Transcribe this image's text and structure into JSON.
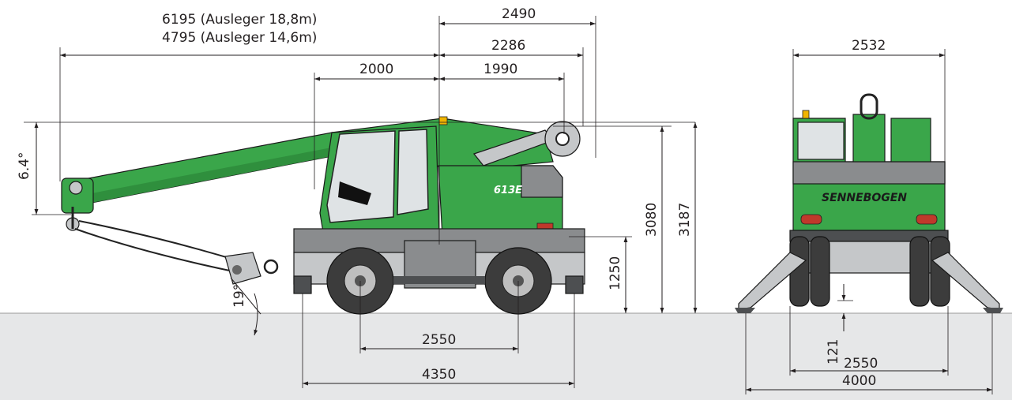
{
  "side_view": {
    "reach_long": "6195 (Ausleger 18,8m)",
    "reach_short": "4795 (Ausleger  14,6m)",
    "dim_2490": "2490",
    "dim_2286": "2286",
    "dim_2000": "2000",
    "dim_1990": "1990",
    "angle_top": "6.4°",
    "angle_bottom": "19°",
    "height_3080": "3080",
    "height_3187": "3187",
    "height_1250": "1250",
    "wheelbase": "2550",
    "outrigger_length": "4350",
    "model_badge": "613E"
  },
  "front_view": {
    "width_top": "2532",
    "clearance": "121",
    "track": "2550",
    "outrigger_width": "4000",
    "brand": "SENNEBOGEN"
  },
  "colors": {
    "machine_green": "#3aa64a",
    "ground": "#e6e7e8",
    "lines": "#231f20"
  }
}
